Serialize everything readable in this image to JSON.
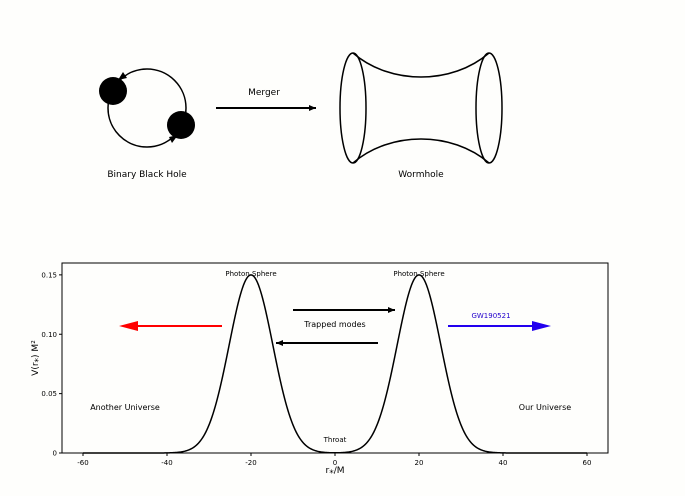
{
  "top": {
    "binary_label": "Binary Black Hole",
    "arrow_label": "Merger",
    "wormhole_label": "Wormhole"
  },
  "chart_data": {
    "type": "line",
    "series": [
      {
        "values_description": "",
        "x_peaks": [
          -20,
          20
        ],
        "peak_height": 0.15
      }
    ],
    "xlabel": "r⁎/M",
    "ylabel": "V(r⁎) M²",
    "xlim": [
      -65,
      65
    ],
    "ylim": [
      0,
      0.16
    ],
    "xticks": [
      "-60",
      "-40",
      "-20",
      "0",
      "20",
      "40",
      "60"
    ],
    "xtick_values": [
      -60,
      -40,
      -20,
      0,
      20,
      40,
      60
    ],
    "yticks": [
      "0",
      "0.05",
      "0.10",
      "0.15"
    ],
    "ytick_values": [
      0,
      0.05,
      0.1,
      0.15
    ],
    "annotations": {
      "photon_left": "Photon Sphere",
      "photon_right": "Photon Sphere",
      "trapped": "Trapped modes",
      "gw": "GW190521",
      "another": "Another Universe",
      "ours": "Our Universe",
      "throat": "Throat"
    },
    "colors": {
      "red_arrow": "#ff0000",
      "blue_arrow": "#2200ee",
      "gw_text": "#2200cc"
    }
  }
}
